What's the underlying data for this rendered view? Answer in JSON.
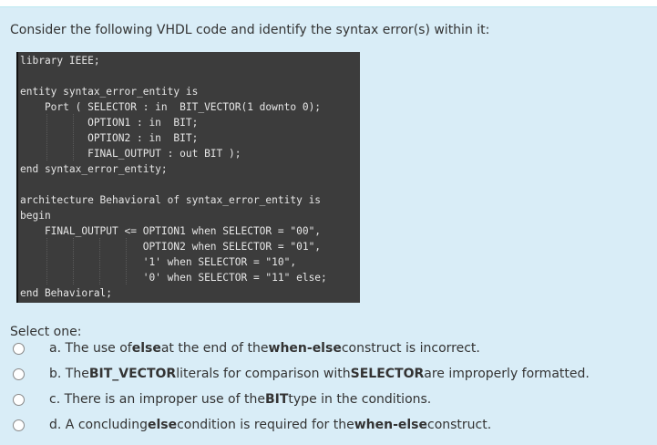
{
  "question": {
    "prompt": "Consider the following VHDL code and identify the syntax error(s) within it:",
    "code_lines": [
      "library IEEE;",
      "",
      "entity syntax_error_entity is",
      "    Port ( SELECTOR : in  BIT_VECTOR(1 downto 0);",
      "           OPTION1 : in  BIT;",
      "           OPTION2 : in  BIT;",
      "           FINAL_OUTPUT : out BIT );",
      "end syntax_error_entity;",
      "",
      "architecture Behavioral of syntax_error_entity is",
      "begin",
      "    FINAL_OUTPUT <= OPTION1 when SELECTOR = \"00\",",
      "                    OPTION2 when SELECTOR = \"01\",",
      "                    '1' when SELECTOR = \"10\",",
      "                    '0' when SELECTOR = \"11\" else;",
      "end Behavioral;"
    ],
    "select_label": "Select one:",
    "options": [
      {
        "letter": "a.",
        "parts": [
          "The use of ",
          "else",
          " at the end of the ",
          "when-else",
          " construct is incorrect."
        ]
      },
      {
        "letter": "b.",
        "parts": [
          "The ",
          "BIT_VECTOR",
          " literals for comparison with ",
          "SELECTOR",
          " are improperly formatted."
        ]
      },
      {
        "letter": "c.",
        "parts": [
          "There is an improper use of the ",
          "BIT",
          " type in the conditions.",
          "",
          ""
        ]
      },
      {
        "letter": "d.",
        "parts": [
          "A concluding ",
          "else",
          " condition is required for the ",
          "when-else",
          " construct."
        ]
      }
    ]
  }
}
